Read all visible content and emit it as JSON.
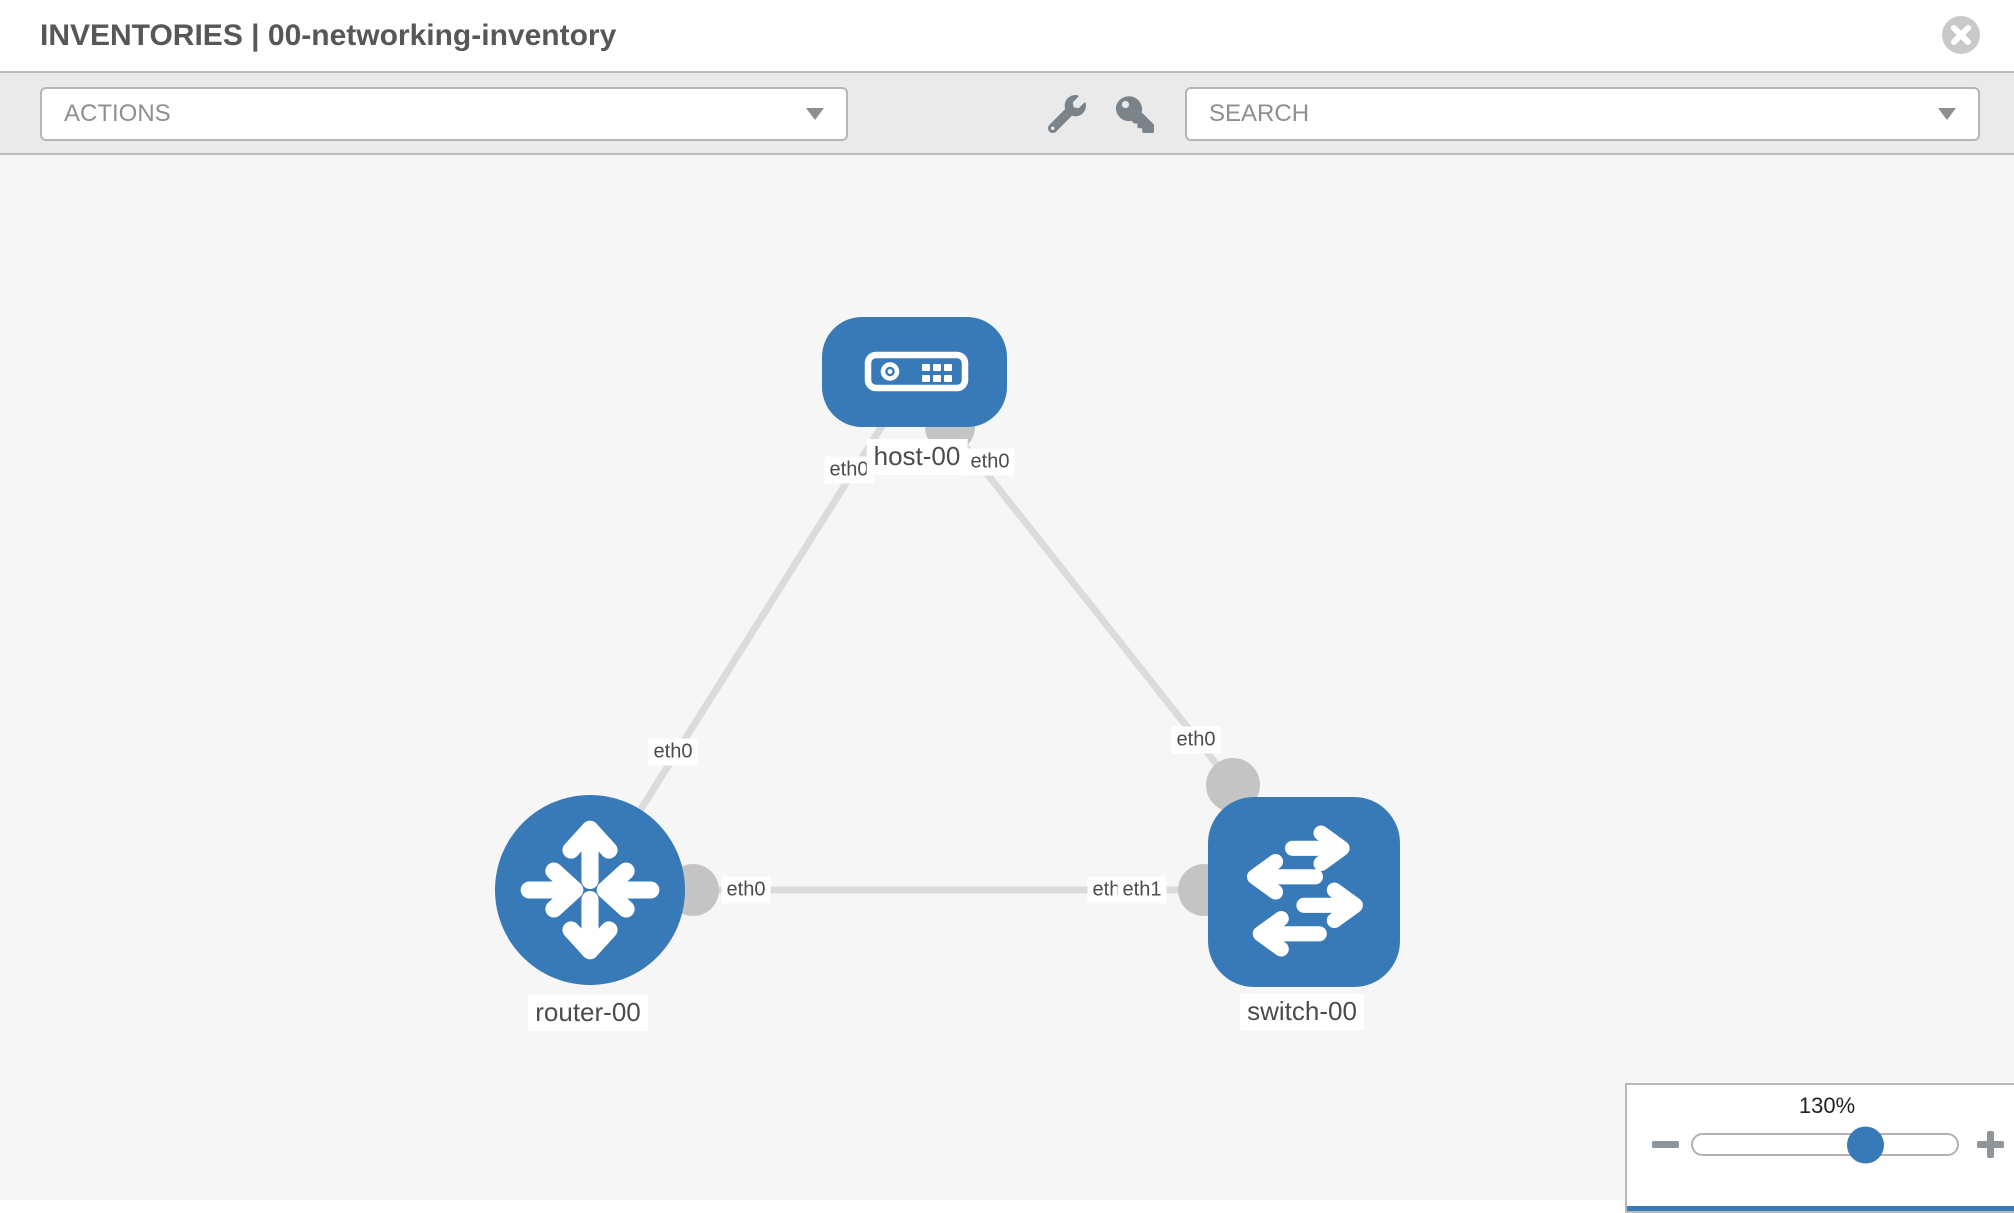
{
  "header": {
    "title": "INVENTORIES | 00-networking-inventory"
  },
  "toolbar": {
    "actions_label": "ACTIONS",
    "search_label": "SEARCH",
    "icons": [
      "wrench-icon",
      "key-icon"
    ]
  },
  "diagram": {
    "nodes": [
      {
        "label": "host-00",
        "type": "host"
      },
      {
        "label": "router-00",
        "type": "router"
      },
      {
        "label": "switch-00",
        "type": "switch"
      }
    ],
    "links": [
      {
        "source": "router-00",
        "target": "host-00",
        "source_if": "eth0",
        "target_if": "eth0"
      },
      {
        "source": "host-00",
        "target": "switch-00",
        "source_if": "eth0",
        "target_if": "eth0"
      },
      {
        "source": "router-00",
        "target": "switch-00",
        "source_if": "eth0",
        "target_if": "eth1"
      }
    ],
    "overlapped_if_label": "eth0"
  },
  "zoom_panel": {
    "level": "130%"
  },
  "colors": {
    "node_blue": "#3879b7",
    "endpoint_gray": "#c4c4c4",
    "edge_gray": "#dbdbdb",
    "toolbar_bg": "#eaeaea",
    "canvas_bg": "#f6f6f6"
  }
}
